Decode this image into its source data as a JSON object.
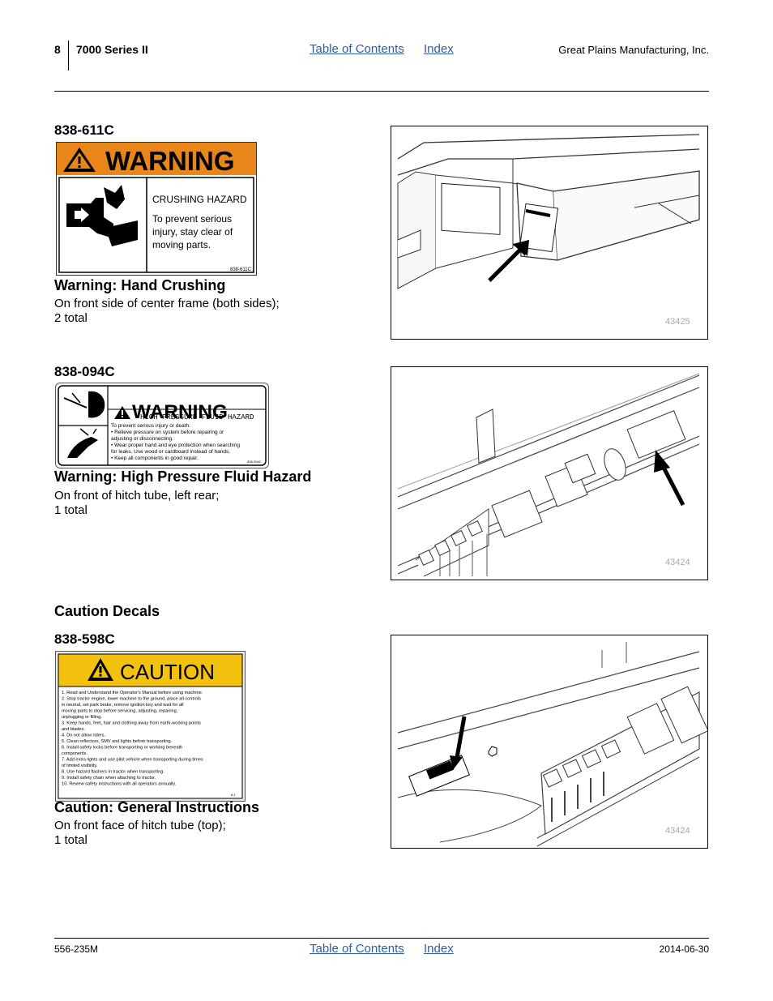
{
  "header": {
    "page_number": "8",
    "series": "7000 Series II",
    "toc_link": "Table of Contents",
    "index_link": "Index",
    "company": "Great Plains Manufacturing, Inc."
  },
  "sections": [
    {
      "part_number": "838-611C",
      "title": "Warning: Hand Crushing",
      "location": "On front side of center frame (both sides);",
      "total": "2 total",
      "decal": {
        "signal_word": "WARNING",
        "hazard": "CRUSHING HAZARD",
        "text_lines": [
          "To prevent serious",
          "injury, stay clear of",
          "moving parts."
        ],
        "code": "838-611C",
        "header_color": "#e8861a"
      },
      "photo_number": "43425"
    },
    {
      "part_number": "838-094C",
      "title": "Warning: High Pressure Fluid Hazard",
      "location": "On front of hitch tube, left rear;",
      "total": "1 total",
      "decal": {
        "signal_word": "WARNING",
        "hazard": "HIGH PRESSURE FLUID HAZARD",
        "text_lines": [
          "To prevent serious injury or death:",
          "• Relieve pressure on system before repairing or",
          "  adjusting or disconnecting.",
          "• Wear proper hand and eye protection when searching",
          "  for leaks. Use wood or cardboard instead of hands.",
          "• Keep all components in good repair."
        ],
        "code": "838-094C"
      },
      "photo_number": "43424"
    },
    {
      "group_heading": "Caution Decals",
      "part_number": "838-598C",
      "title": "Caution: General Instructions",
      "location": "On front face of hitch tube (top);",
      "total": "1 total",
      "decal": {
        "signal_word": "CAUTION",
        "header_color": "#f3c20e",
        "text_lines": [
          "1.  Read and Understand the Operator's Manual before using machine.",
          "2.  Stop tractor engine, lower machine to the ground, place all controls",
          "     in neutral, set park brake, remove ignition key and wait for all",
          "     moving parts to stop before servicing, adjusting, repairing,",
          "     unplugging or filling.",
          "3.  Keep hands, feet, hair and clothing away from earth-working points",
          "     and blades.",
          "4.  Do not allow riders.",
          "5.  Clean reflectors, SMV and lights before transporting.",
          "6.  Install safety locks before transporting or working beneath",
          "     components.",
          "7.  Add extra lights and use pilot vehicle when transporting during times",
          "     of limited visibility.",
          "8.  Use hazard flashers in tractor when transporting.",
          "9.  Install safety chain when attaching to tractor.",
          "10. Review safety instructions with all operators annually."
        ],
        "code": "8-1"
      },
      "photo_number": "43424"
    }
  ],
  "footer": {
    "doc_number": "556-235M",
    "toc_link": "Table of Contents",
    "index_link": "Index",
    "date": "2014-06-30"
  }
}
